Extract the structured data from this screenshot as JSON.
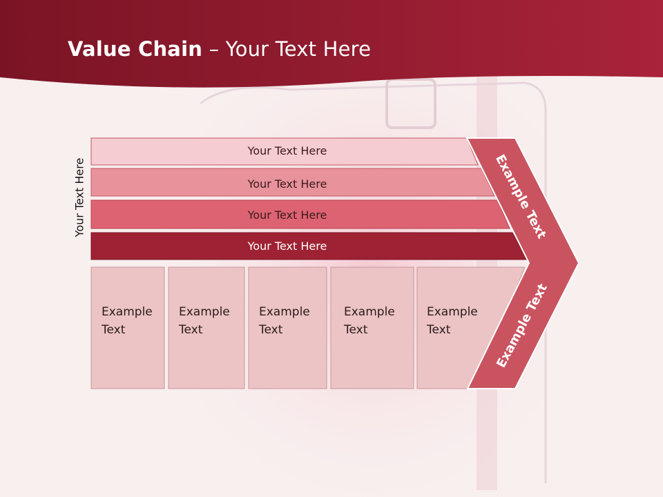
{
  "title": {
    "bold": "Value Chain",
    "rest": " – Your Text Here"
  },
  "vertical_label": "Your Text Here",
  "bars": [
    {
      "label": "Your Text Here",
      "color": "#f5ccd1"
    },
    {
      "label": "Your Text Here",
      "color": "#e8929b"
    },
    {
      "label": "Your Text Here",
      "color": "#dd6372"
    },
    {
      "label": "Your Text Here",
      "color": "#9e2233"
    }
  ],
  "boxes": [
    {
      "line1": "Example",
      "line2": "Text"
    },
    {
      "line1": "Example",
      "line2": "Text"
    },
    {
      "line1": "Example",
      "line2": "Text"
    },
    {
      "line1": "Example",
      "line2": "Text"
    },
    {
      "line1": "Example",
      "line2": "Text"
    }
  ],
  "chevron": {
    "upper": "Example Text",
    "lower": "Example Text",
    "color": "#c9545f"
  },
  "colors": {
    "header": "#8e1b2b",
    "box_fill": "#ecc4c6",
    "background": "#f8efef"
  }
}
